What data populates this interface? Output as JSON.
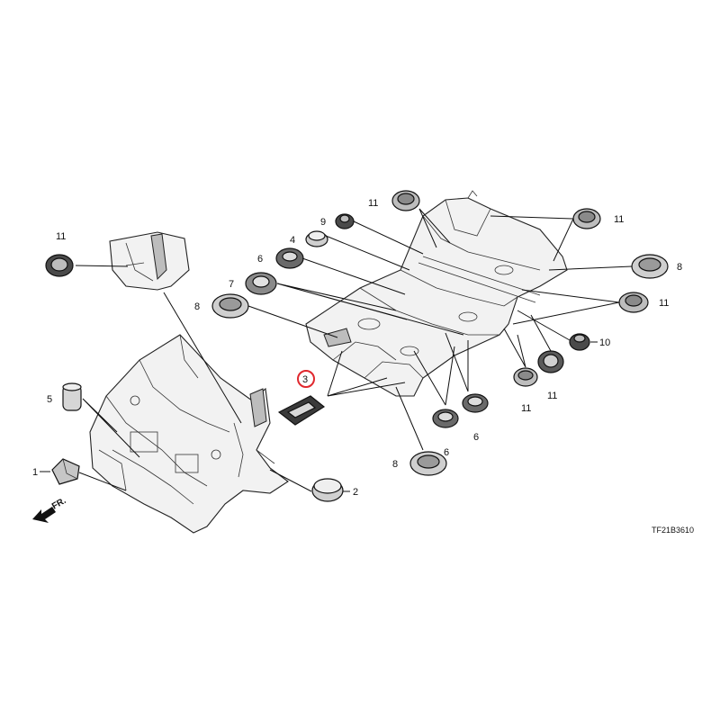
{
  "diagram": {
    "code": "TF21B3610",
    "front_label": "FR.",
    "highlight_color": "#e0282e",
    "callouts": [
      {
        "id": "c11_left",
        "text": "11"
      },
      {
        "id": "c5",
        "text": "5"
      },
      {
        "id": "c1",
        "text": "1"
      },
      {
        "id": "c2",
        "text": "2"
      },
      {
        "id": "c9",
        "text": "9"
      },
      {
        "id": "c4",
        "text": "4"
      },
      {
        "id": "c6_top",
        "text": "6"
      },
      {
        "id": "c7",
        "text": "7"
      },
      {
        "id": "c8_left",
        "text": "8"
      },
      {
        "id": "c3",
        "text": "3"
      },
      {
        "id": "c8_bottom",
        "text": "8"
      },
      {
        "id": "c6_mid",
        "text": "6"
      },
      {
        "id": "c6_bottom",
        "text": "6"
      },
      {
        "id": "c11_top",
        "text": "11"
      },
      {
        "id": "c11_topright",
        "text": "11"
      },
      {
        "id": "c8_right",
        "text": "8"
      },
      {
        "id": "c11_right",
        "text": "11"
      },
      {
        "id": "c10",
        "text": "10"
      },
      {
        "id": "c11_lowright",
        "text": "11"
      },
      {
        "id": "c11_lowright2",
        "text": "11"
      }
    ]
  }
}
